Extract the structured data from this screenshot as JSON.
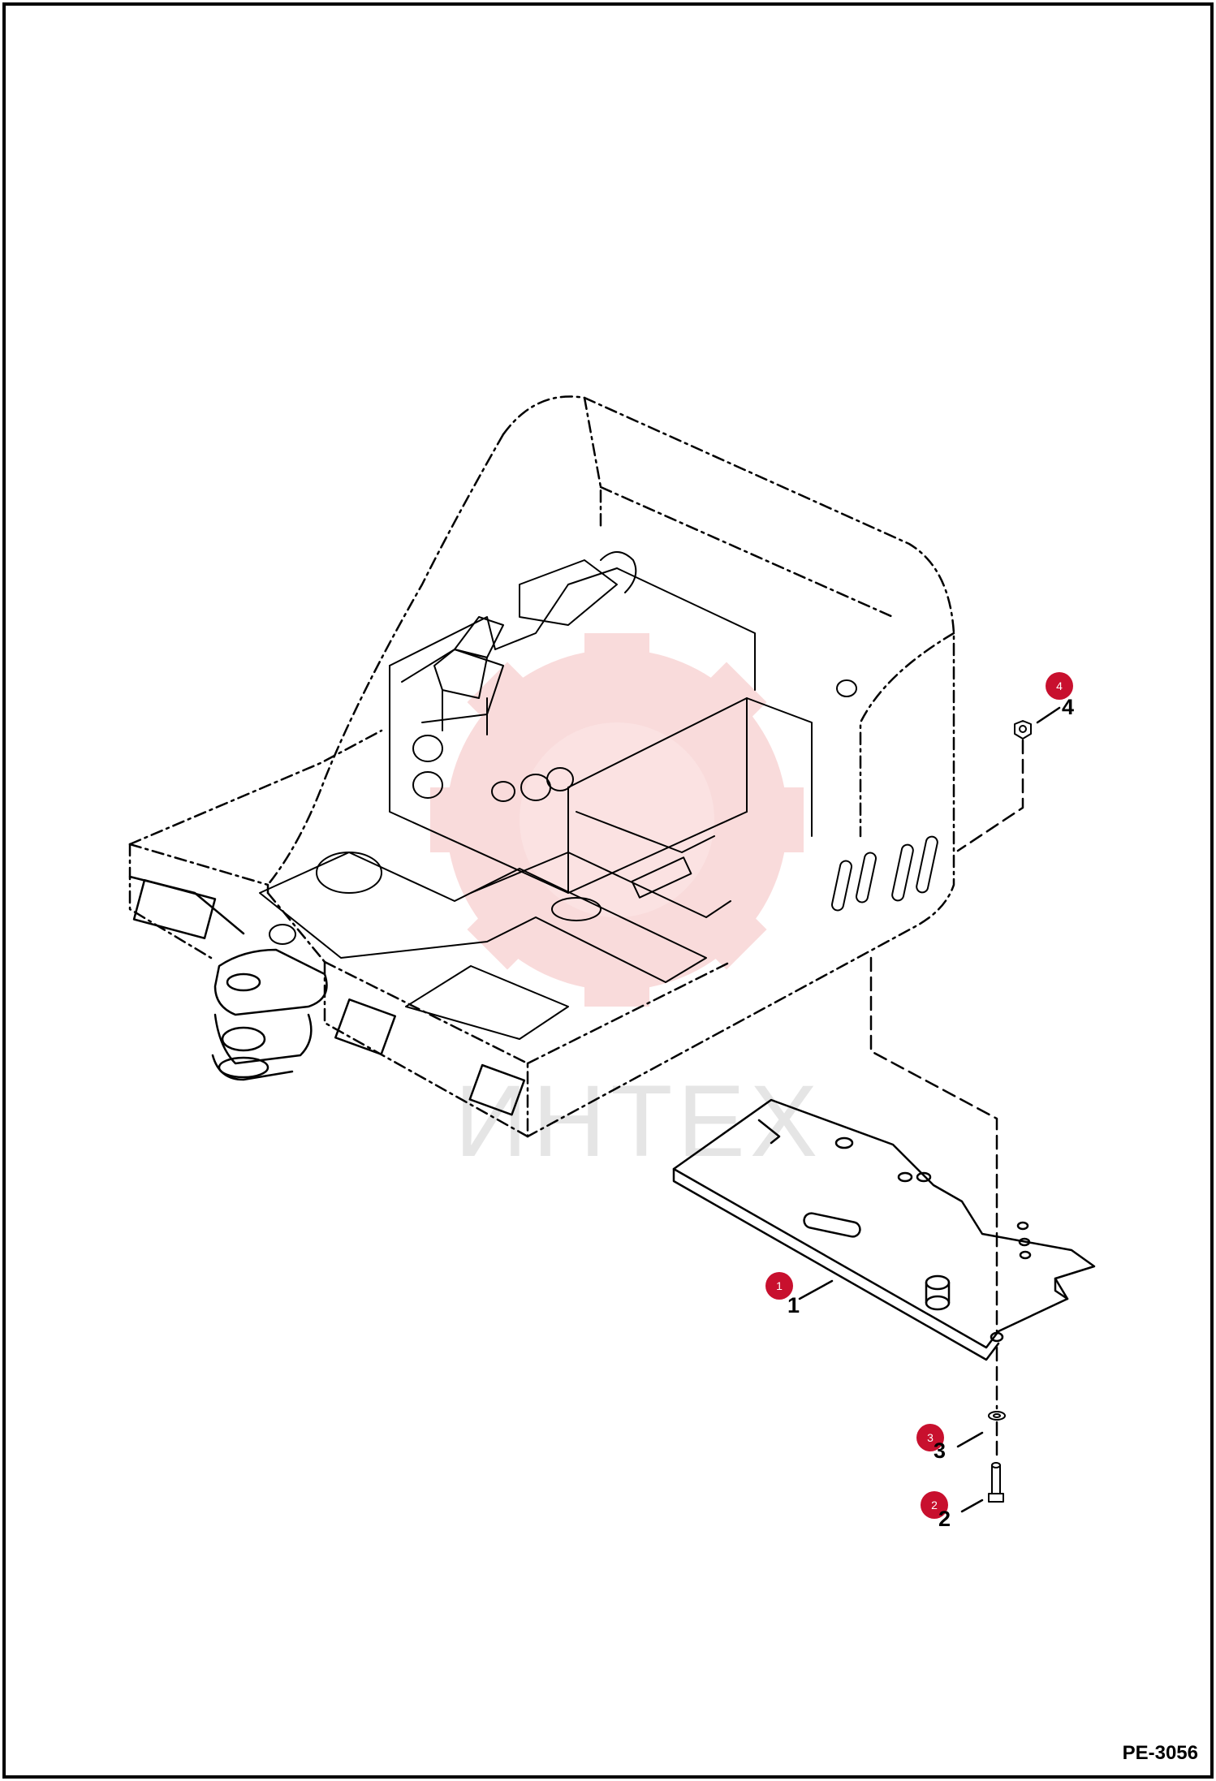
{
  "diagram": {
    "code": "PE-3056",
    "watermark_text": "ИНТЕХ",
    "callouts": [
      {
        "badge": "1",
        "label": "1"
      },
      {
        "badge": "2",
        "label": "2"
      },
      {
        "badge": "3",
        "label": "3"
      },
      {
        "badge": "4",
        "label": "4"
      }
    ]
  },
  "colors": {
    "line": "#000000",
    "badge": "#c8102e",
    "watermark": "#f5c6c6"
  }
}
